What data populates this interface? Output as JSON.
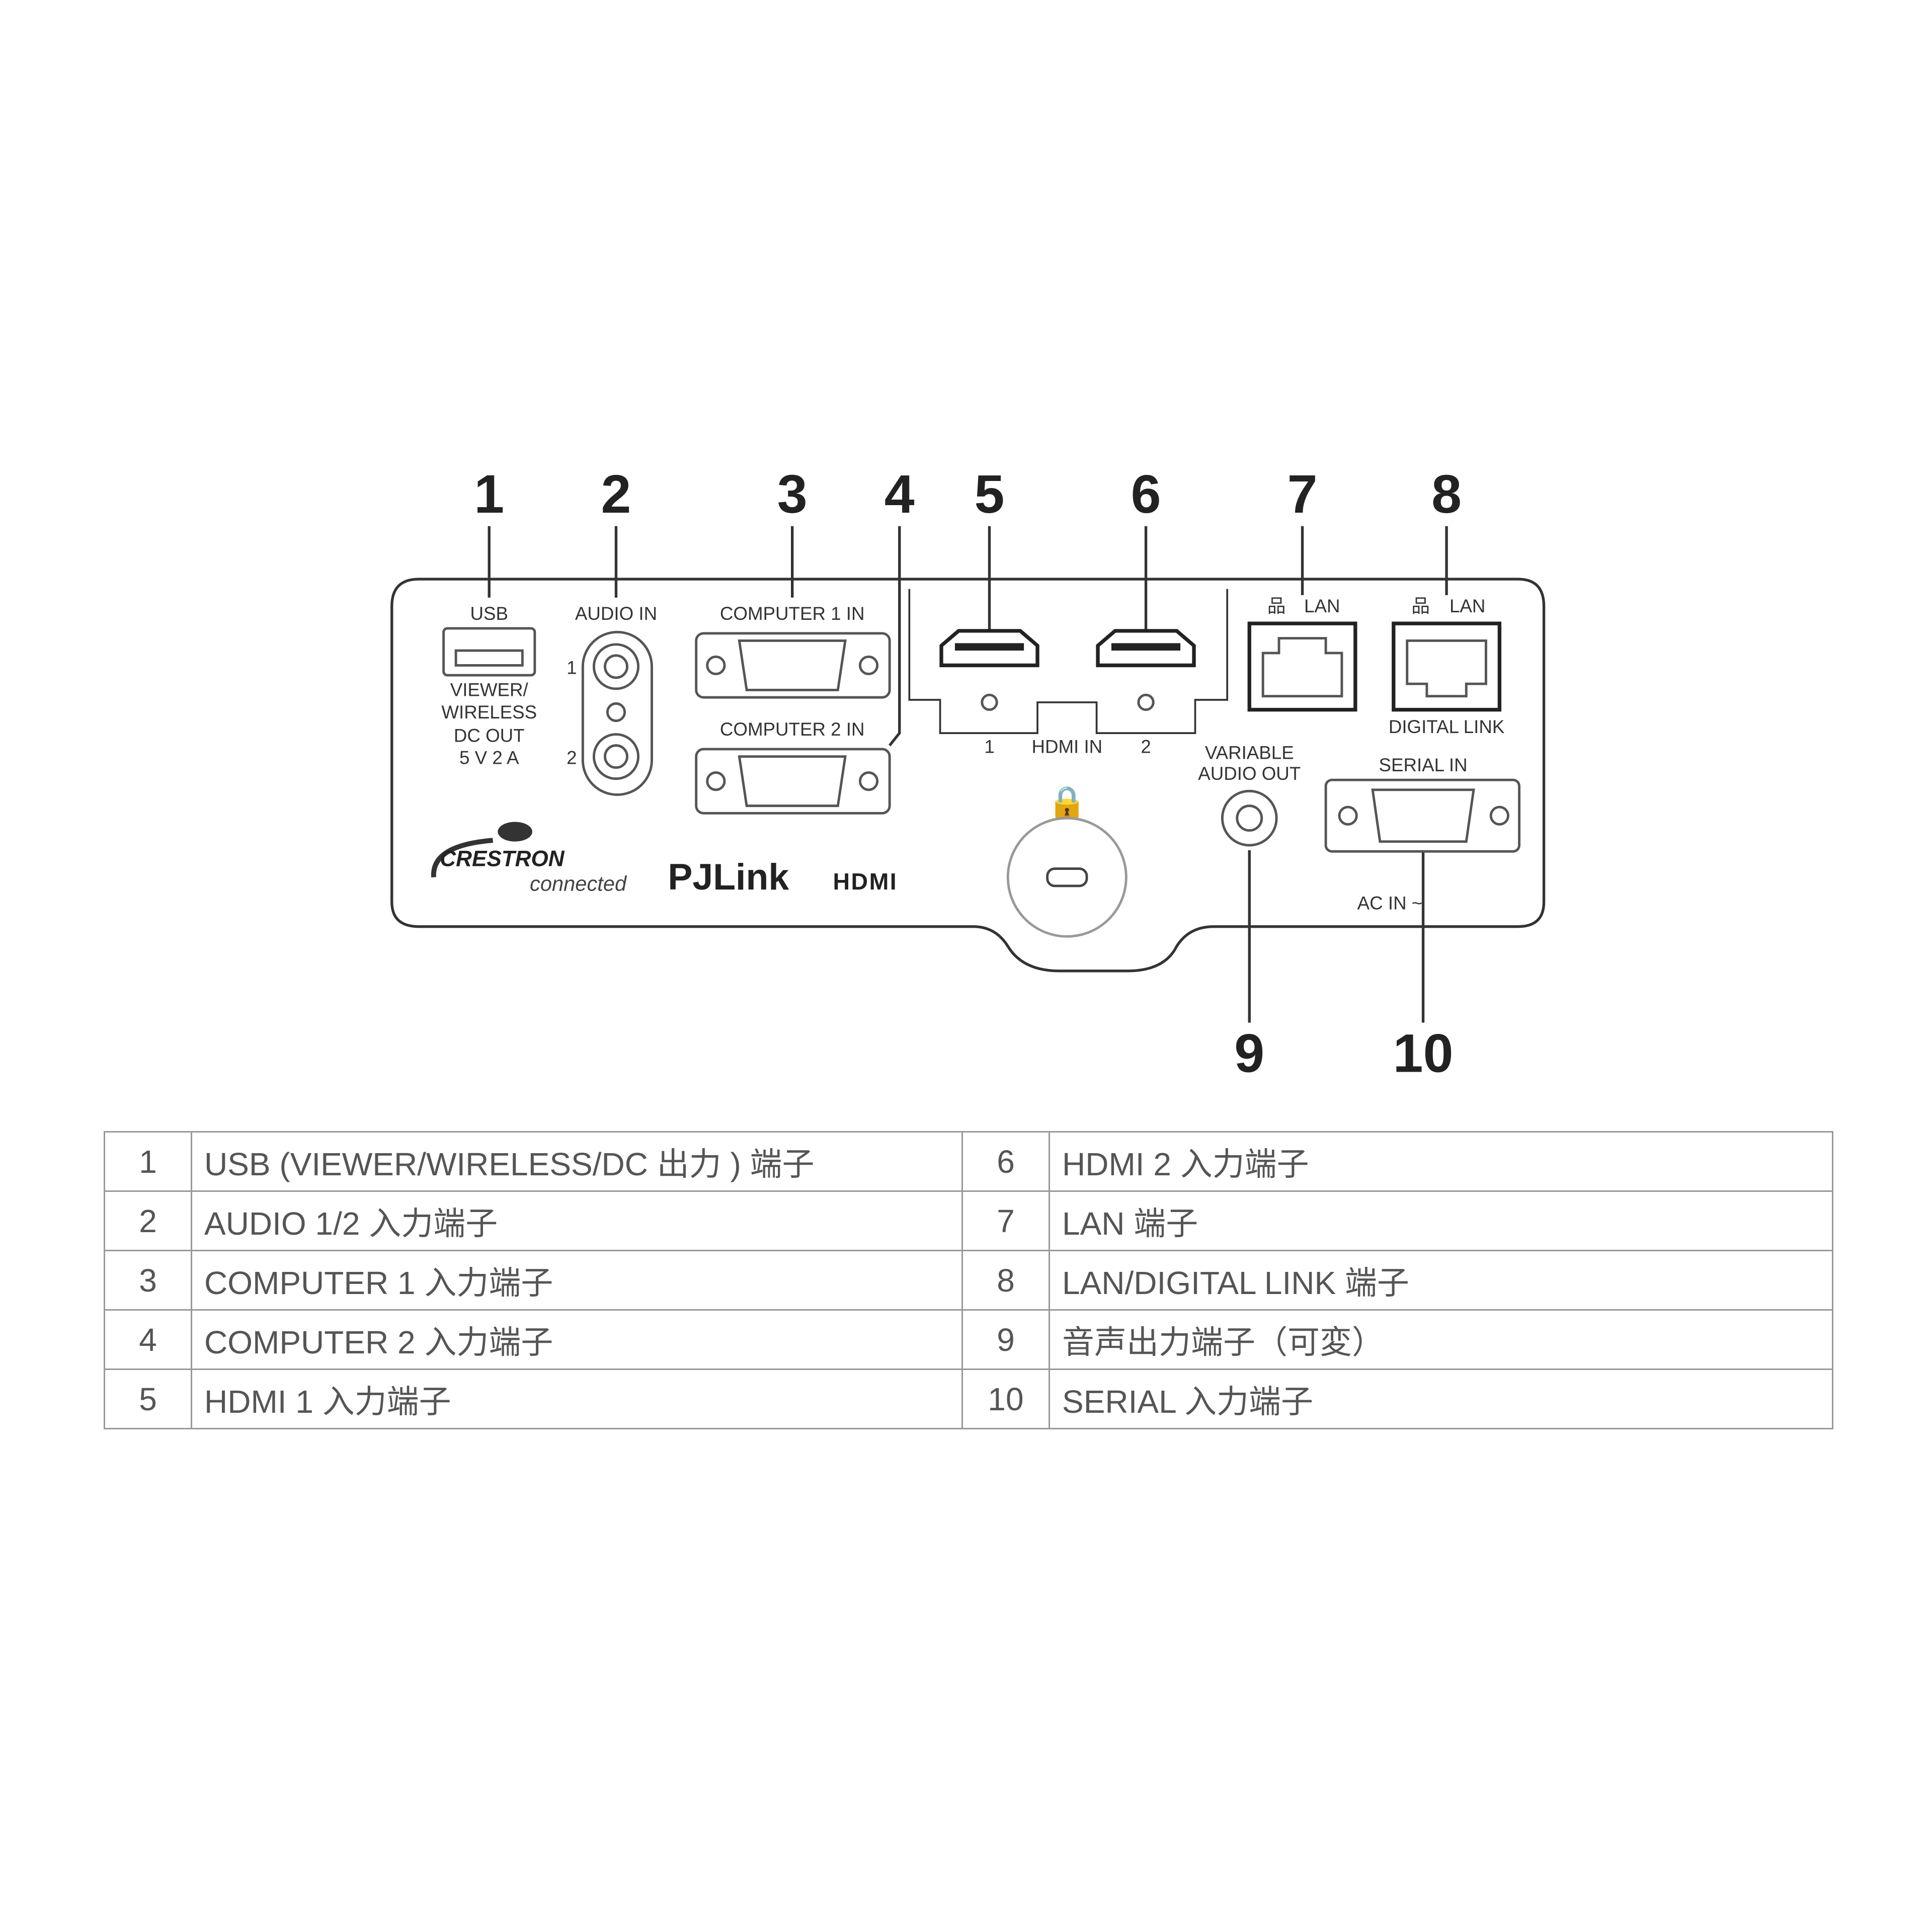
{
  "callouts": [
    "1",
    "2",
    "3",
    "4",
    "5",
    "6",
    "7",
    "8",
    "9",
    "10"
  ],
  "panel_labels": {
    "usb": "USB",
    "usb_sub": [
      "VIEWER/",
      "WIRELESS",
      "DC OUT",
      "5 V  2 A"
    ],
    "audio_in": "AUDIO IN",
    "audio_1": "1",
    "audio_2": "2",
    "computer1": "COMPUTER 1 IN",
    "computer2": "COMPUTER 2 IN",
    "hdmi_1": "1",
    "hdmi_in": "HDMI IN",
    "hdmi_2": "2",
    "lan7": "LAN",
    "lan8": "LAN",
    "digital_link": "DIGITAL LINK",
    "variable_audio_out": [
      "VARIABLE",
      "AUDIO OUT"
    ],
    "serial_in": "SERIAL IN",
    "ac_in": "AC IN ~",
    "logos": {
      "crestron": "CRESTRON",
      "crestron_sub": "connected",
      "pjlink": "PJLink",
      "hdmi": "HDMI"
    }
  },
  "table": {
    "rows": [
      {
        "n1": "1",
        "d1": "USB (VIEWER/WIRELESS/DC 出力 ) 端子",
        "n2": "6",
        "d2": "HDMI 2 入力端子"
      },
      {
        "n1": "2",
        "d1": "AUDIO 1/2 入力端子",
        "n2": "7",
        "d2": "LAN 端子"
      },
      {
        "n1": "3",
        "d1": "COMPUTER 1 入力端子",
        "n2": "8",
        "d2": "LAN/DIGITAL LINK 端子"
      },
      {
        "n1": "4",
        "d1": "COMPUTER 2 入力端子",
        "n2": "9",
        "d2": "音声出力端子（可変）"
      },
      {
        "n1": "5",
        "d1": "HDMI 1 入力端子",
        "n2": "10",
        "d2": "SERIAL 入力端子"
      }
    ]
  }
}
